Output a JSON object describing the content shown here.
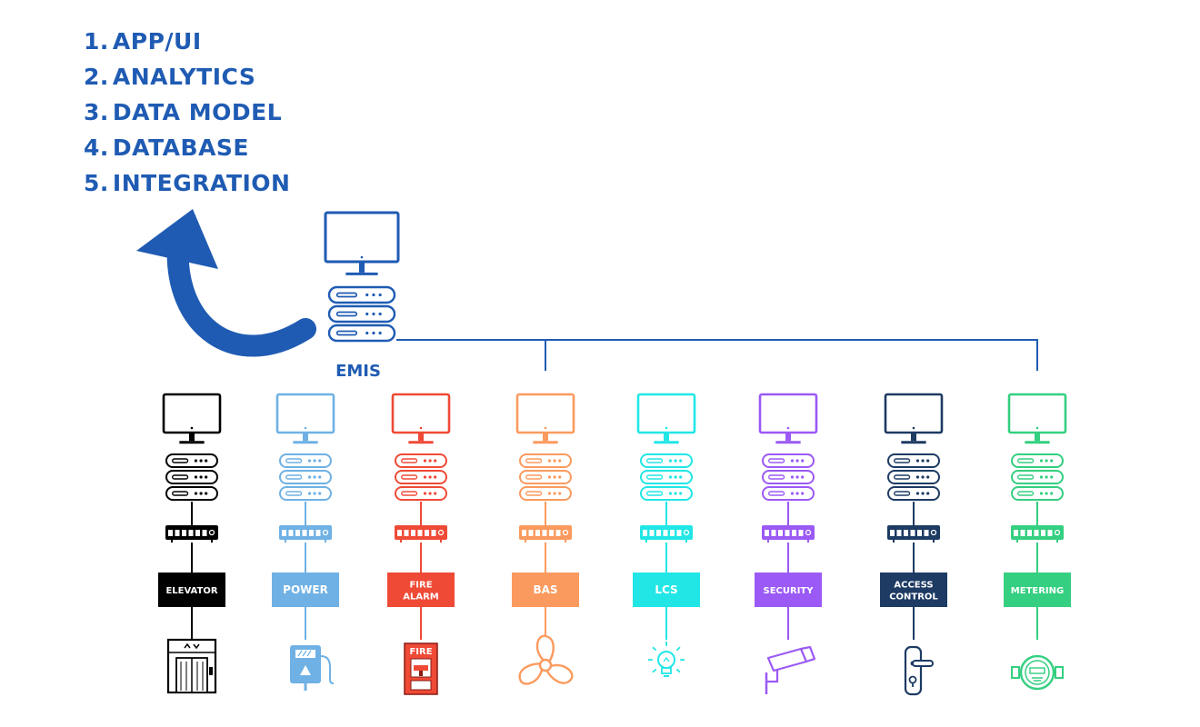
{
  "layers": [
    {
      "number": "1.",
      "label": "APP/UI"
    },
    {
      "number": "2.",
      "label": "ANALYTICS"
    },
    {
      "number": "3.",
      "label": "DATA MODEL"
    },
    {
      "number": "4.",
      "label": "DATABASE"
    },
    {
      "number": "5.",
      "label": "INTEGRATION"
    }
  ],
  "emis": {
    "label": "EMIS",
    "color": "#1f5bb3"
  },
  "arrow_color": "#1f5bb3",
  "systems": [
    {
      "id": "elevator",
      "label_lines": [
        "ELEVATOR"
      ],
      "color": "#000000",
      "device": "elevator-icon"
    },
    {
      "id": "power",
      "label_lines": [
        "POWER"
      ],
      "color": "#6fb1e4",
      "device": "power-meter-icon"
    },
    {
      "id": "fire-alarm",
      "label_lines": [
        "FIRE",
        "ALARM"
      ],
      "color": "#ef4a36",
      "device": "fire-alarm-icon",
      "device_text": "FIRE"
    },
    {
      "id": "bas",
      "label_lines": [
        "BAS"
      ],
      "color": "#fb9a5e",
      "device": "fan-icon"
    },
    {
      "id": "lcs",
      "label_lines": [
        "LCS"
      ],
      "color": "#22e6e6",
      "device": "light-bulb-icon"
    },
    {
      "id": "security",
      "label_lines": [
        "SECURITY"
      ],
      "color": "#9b59f5",
      "device": "security-camera-icon"
    },
    {
      "id": "access-control",
      "label_lines": [
        "ACCESS",
        "CONTROL"
      ],
      "color": "#1d3b63",
      "device": "door-lock-icon"
    },
    {
      "id": "metering",
      "label_lines": [
        "METERING"
      ],
      "color": "#34cf80",
      "device": "water-meter-icon"
    }
  ]
}
